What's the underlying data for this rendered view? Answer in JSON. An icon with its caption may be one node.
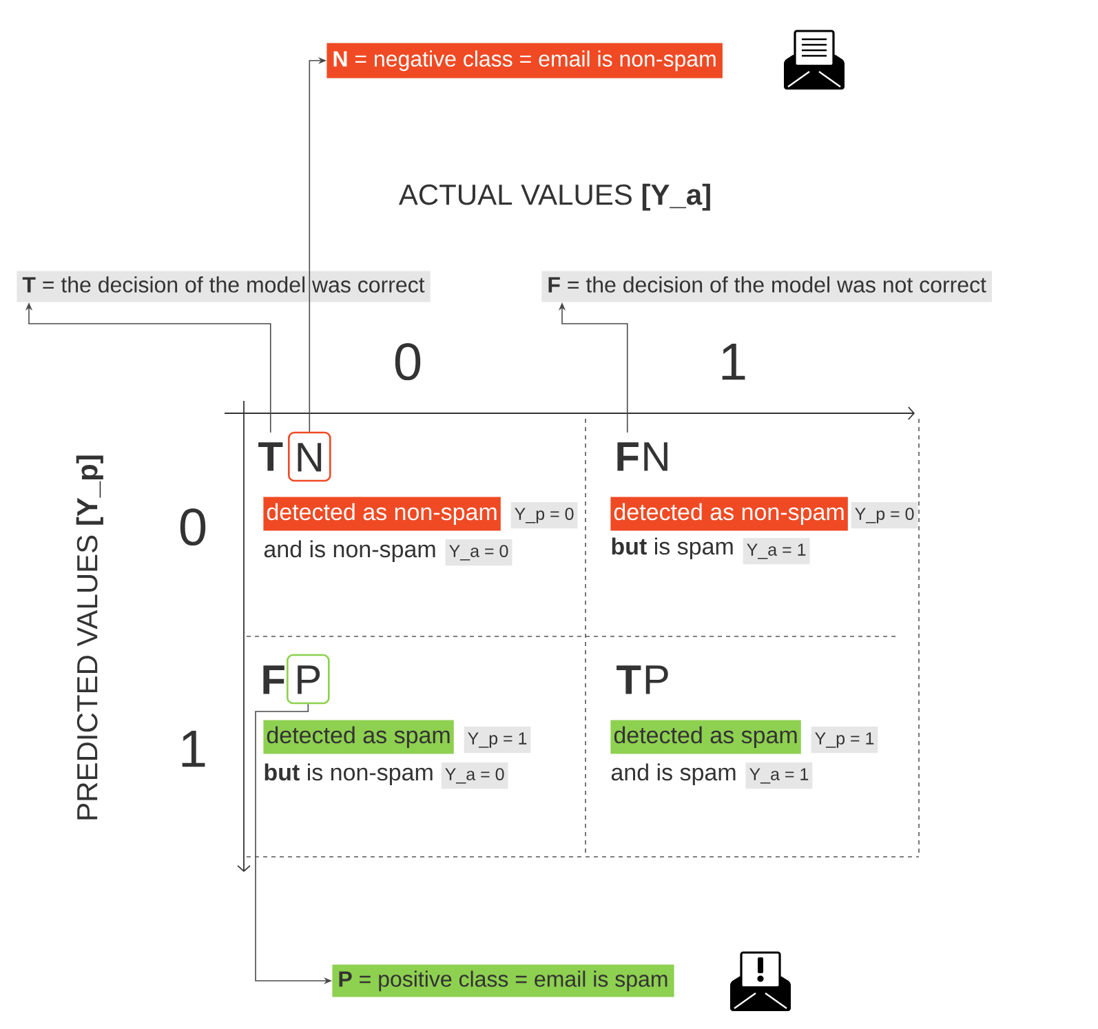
{
  "diagram": {
    "nodes": [
      {
        "text": [
          "**N** = negative class = email is non-spam"
        ]
      },
      {
        "text": [
          "**T** = the decision of the model was correct"
        ]
      },
      {
        "text": [
          "**F** = the decision of the model was not correct"
        ]
      },
      {
        "text": [
          "T"
        ]
      },
      {
        "text": [
          "N"
        ]
      },
      {
        "text": [
          "detected as non-spam"
        ]
      },
      {
        "text": [
          "Y_p = 0"
        ]
      },
      {
        "text": [
          "Y_a = 0"
        ]
      },
      {
        "text": [
          "F"
        ]
      },
      {
        "text": [
          "detected as non-spam"
        ]
      },
      {
        "text": [
          "Y_p = 0"
        ]
      },
      {
        "text": [
          "Y_a = 1"
        ]
      },
      {
        "text": [
          "P"
        ]
      },
      {
        "text": [
          "detected as spam"
        ]
      },
      {
        "text": [
          "Y_p = 1"
        ]
      },
      {
        "text": [
          "Y_a = 0"
        ]
      },
      {
        "text": [
          "detected as spam"
        ]
      },
      {
        "text": [
          "Y_p = 1"
        ]
      },
      {
        "text": [
          "Y_a = 1"
        ]
      },
      {
        "text": [
          "**P** = positive class = email is spam"
        ]
      }
    ],
    "edges": [
      {
        "from": 3,
        "to": 1,
        "arrow": "to"
      },
      {
        "from": 4,
        "to": 0,
        "arrow": "to"
      },
      {
        "from": 8,
        "to": 2,
        "arrow": "to"
      },
      {
        "from": 12,
        "to": 19,
        "arrow": "to"
      }
    ],
    "labels": [
      "ACTUAL VALUES **[Y_a]**",
      "0",
      "1",
      "PREDICTED VALUES **[Y_p]**",
      "0",
      "N",
      "and is non-spam",
      "**but** is spam",
      "1",
      "F",
      "T",
      "P",
      "**but** is non-spam",
      "and is spam"
    ]
  }
}
